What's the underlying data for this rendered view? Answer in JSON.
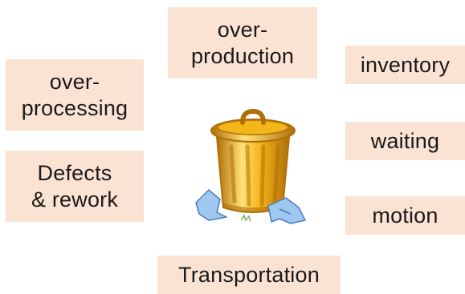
{
  "colors": {
    "box_fill": "#fbe3d4",
    "text": "#1a1a1a",
    "can_gold": "#f2b51a",
    "can_dark": "#b06f08",
    "can_highlight": "#ffe27a",
    "paper": "#9fc7ef"
  },
  "center": {
    "icon": "trash-can-icon"
  },
  "wastes": [
    {
      "lines": [
        "over-",
        "production"
      ]
    },
    {
      "lines": [
        "inventory"
      ]
    },
    {
      "lines": [
        "over-",
        "processing"
      ]
    },
    {
      "lines": [
        "waiting"
      ]
    },
    {
      "lines": [
        "Defects",
        "& rework"
      ]
    },
    {
      "lines": [
        "motion"
      ]
    },
    {
      "lines": [
        "Transportation"
      ]
    }
  ]
}
